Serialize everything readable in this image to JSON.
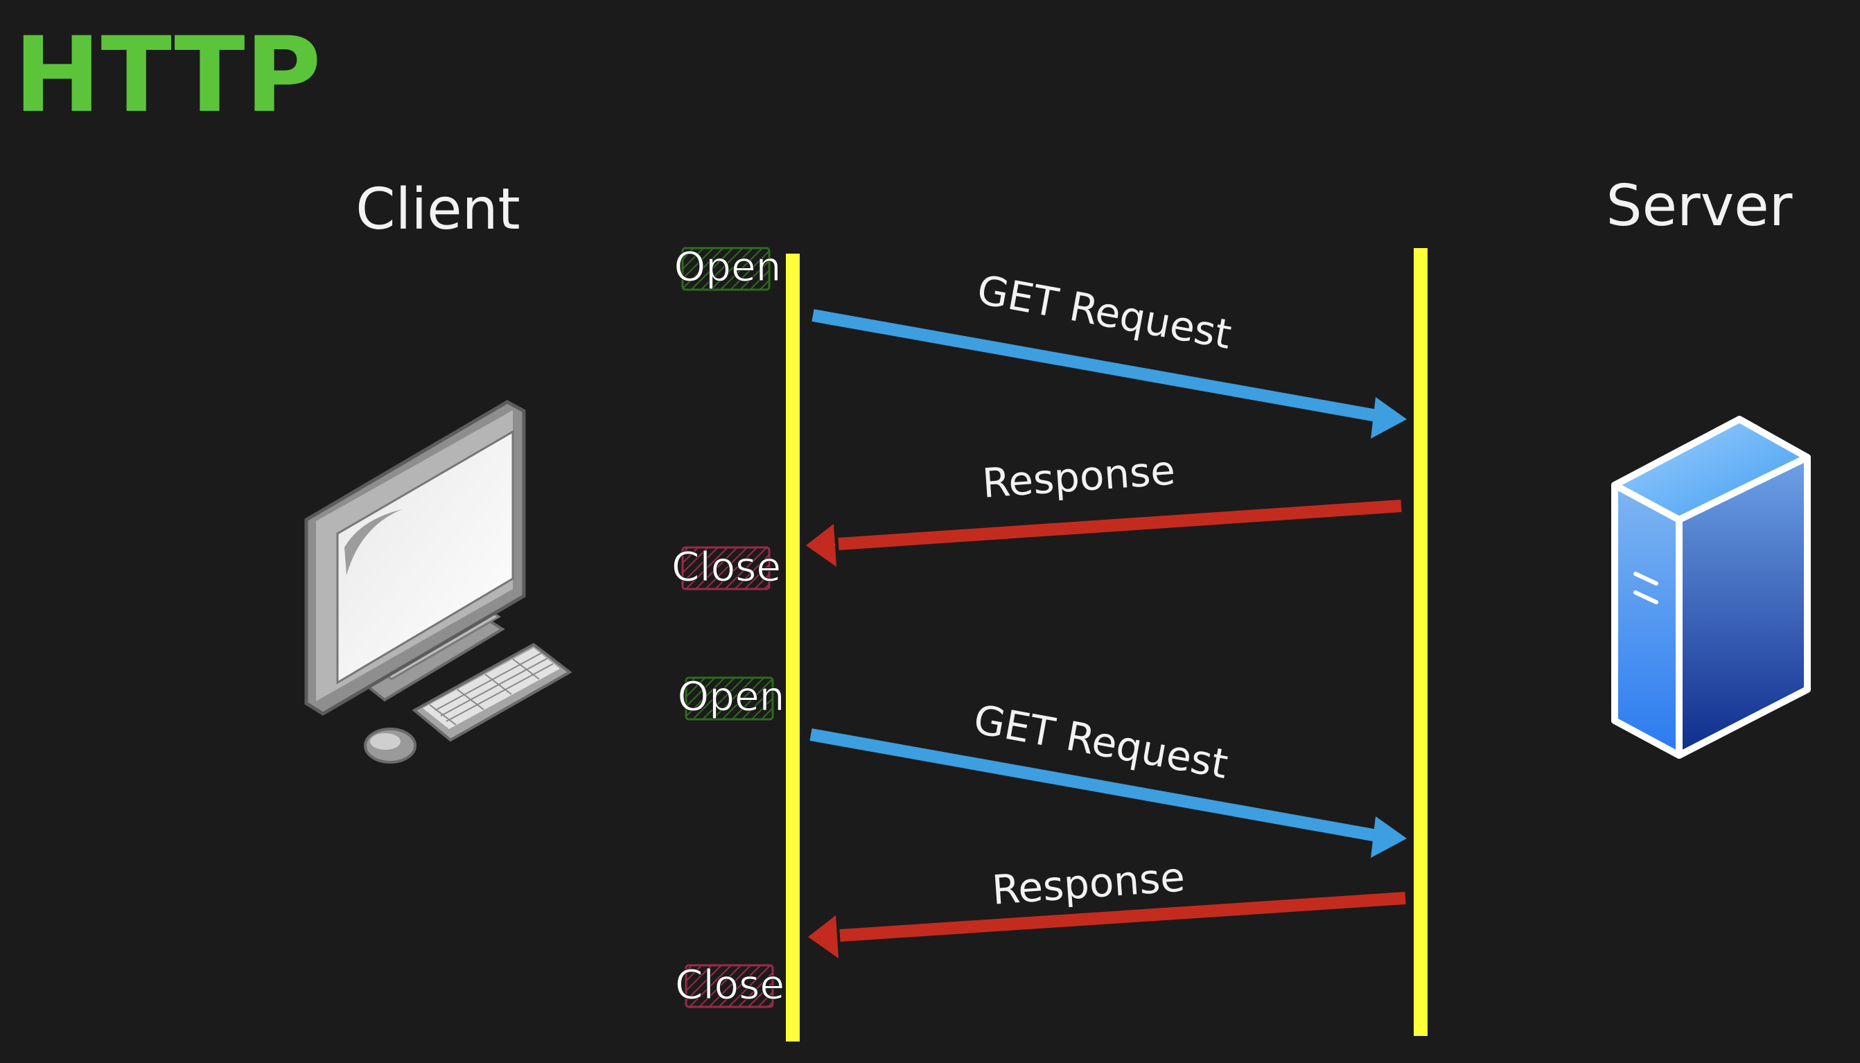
{
  "title": "HTTP",
  "colors": {
    "background": "#1b1b1b",
    "title": "#5cc43a",
    "text": "#f2f2f2",
    "lifeline": "#ffff3a",
    "request_arrow": "#3d9ee0",
    "response_arrow": "#c42b1f",
    "open_tag": "#2e6b1e",
    "close_tag": "#9b2a4a"
  },
  "client": {
    "label": "Client",
    "icon": "desktop-computer-icon"
  },
  "server": {
    "label": "Server",
    "icon": "server-tower-icon"
  },
  "exchanges": [
    {
      "open_label": "Open",
      "request_label": "GET Request",
      "response_label": "Response",
      "close_label": "Close"
    },
    {
      "open_label": "Open",
      "request_label": "GET Request",
      "response_label": "Response",
      "close_label": "Close"
    }
  ]
}
